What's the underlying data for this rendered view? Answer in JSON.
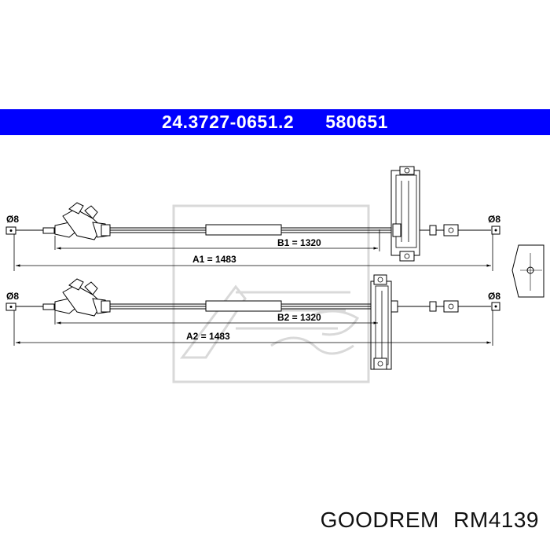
{
  "header": {
    "part_number": "24.3727-0651.2",
    "ref_number": "580651",
    "background_color": "#0000ff",
    "text_color": "#ffffff"
  },
  "drawing": {
    "cable_upper": {
      "left_diameter": "Ø8",
      "right_diameter": "Ø8",
      "inner_dimension": "B1 = 1320",
      "total_dimension": "A1 = 1483"
    },
    "cable_lower": {
      "left_diameter": "Ø8",
      "right_diameter": "Ø8",
      "inner_dimension": "B2 = 1320",
      "total_dimension": "A2 = 1483"
    }
  },
  "footer": {
    "brand": "GOODREM",
    "model": "RM4139"
  }
}
